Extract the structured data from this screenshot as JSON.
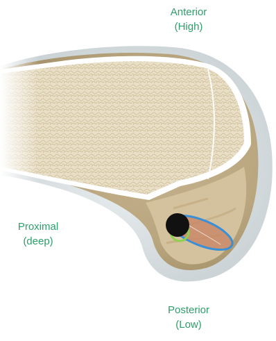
{
  "labels": {
    "anterior": {
      "line1": "Anterior",
      "line2": "(High)"
    },
    "proximal": {
      "line1": "Proximal",
      "line2": "(deep)"
    },
    "posterior": {
      "line1": "Posterior",
      "line2": "(Low)"
    }
  },
  "colors": {
    "label_text": "#2e9e6a",
    "cartilage": "#dfe5e7",
    "cortex": "#d9c7a4",
    "cancellous": "#e7dcc3",
    "cut_surface_rim": "#ffffff",
    "footprint_fill": "#c98a68",
    "footprint_outline": "#3a8fd6",
    "guide_circle": "#8fd14f",
    "tunnel": "#111111"
  }
}
